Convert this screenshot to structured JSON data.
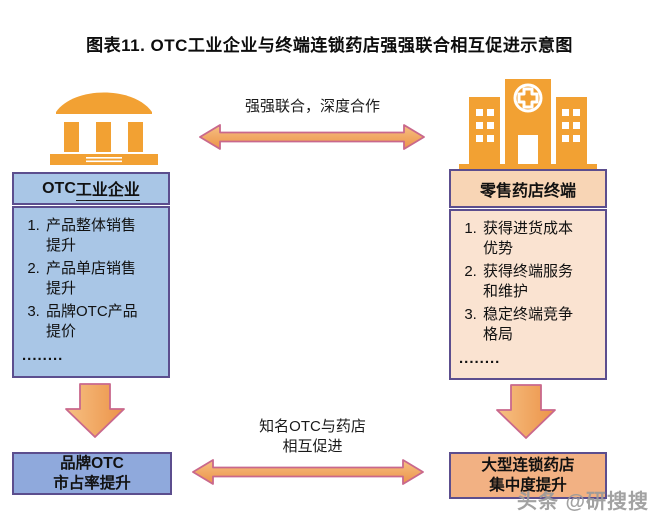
{
  "title": "图表11. OTC工业企业与终端连锁药店强强联合相互促进示意图",
  "top_relation": {
    "label": "强强联合，深度合作"
  },
  "bottom_relation": {
    "line1": "知名OTC与药店",
    "line2": "相互促进"
  },
  "left": {
    "entity_prefix": "OTC",
    "entity_underlined": "工业企业",
    "benefits": [
      "产品整体销售提升",
      "产品单店销售提升",
      "品牌OTC产品提价"
    ],
    "ellipsis": "........",
    "outcome_line1": "品牌OTC",
    "outcome_line2": "市占率提升"
  },
  "right": {
    "entity": "零售药店终端",
    "benefits": [
      "获得进货成本优势",
      "获得终端服务和维护",
      "稳定终端竞争格局"
    ],
    "ellipsis": "........",
    "outcome_line1": "大型连锁药店",
    "outcome_line2": "集中度提升"
  },
  "watermark": "头条 @研搜搜",
  "colors": {
    "icon_orange": "#F2A133",
    "arrow_fill_light": "#F6C083",
    "arrow_fill_dark": "#EC9348",
    "arrow_border_pink": "#C9688C",
    "box_border_purple": "#5C4E8E",
    "left_fill_blue": "#A9C6E6",
    "left_outcome_blue": "#8FA9DC",
    "right_list_peach": "#FAE3D1",
    "right_entity_peach": "#F8D5B5",
    "right_outcome_orange": "#F2B183"
  }
}
